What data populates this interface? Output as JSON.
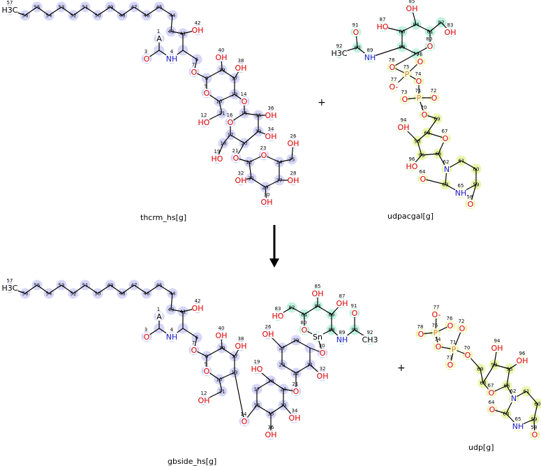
{
  "reaction": {
    "plus_sign": "+",
    "arrow": "reaction-arrow-down"
  },
  "colors": {
    "oxygen": "#e00000",
    "nitrogen": "#2020d0",
    "phosphorus": "#e08a00",
    "carbon": "#000000",
    "highlight_lipid": "#cfcff7",
    "highlight_sugar": "#b5f0da",
    "highlight_udp": "#e6f5a0"
  },
  "molecules": [
    {
      "label": "thcrm_hs[g]",
      "atoms": [
        {
          "n": "57",
          "el": "H3C"
        },
        {
          "n": "56",
          "el": ""
        },
        {
          "n": "55",
          "el": ""
        },
        {
          "n": "54",
          "el": ""
        },
        {
          "n": "53",
          "el": ""
        },
        {
          "n": "52",
          "el": ""
        },
        {
          "n": "51",
          "el": ""
        },
        {
          "n": "50",
          "el": ""
        },
        {
          "n": "49",
          "el": ""
        },
        {
          "n": "48",
          "el": ""
        },
        {
          "n": "47",
          "el": ""
        },
        {
          "n": "46",
          "el": ""
        },
        {
          "n": "45",
          "el": ""
        },
        {
          "n": "44",
          "el": ""
        },
        {
          "n": "43",
          "el": ""
        },
        {
          "n": "41",
          "el": ""
        },
        {
          "n": "42",
          "el": "OH"
        },
        {
          "n": "1",
          "el": "A"
        },
        {
          "n": "",
          "el": ""
        },
        {
          "n": "",
          "el": ""
        },
        {
          "n": "3",
          "el": "O"
        },
        {
          "n": "4",
          "el": "NH"
        },
        {
          "n": "6",
          "el": ""
        },
        {
          "n": "7",
          "el": "O"
        },
        {
          "n": "8",
          "el": ""
        },
        {
          "n": "39",
          "el": ""
        },
        {
          "n": "40",
          "el": "OH"
        },
        {
          "n": "37",
          "el": ""
        },
        {
          "n": "38",
          "el": "OH"
        },
        {
          "n": "13",
          "el": ""
        },
        {
          "n": "10",
          "el": ""
        },
        {
          "n": "9",
          "el": "O"
        },
        {
          "n": "11",
          "el": ""
        },
        {
          "n": "12",
          "el": "HO"
        },
        {
          "n": "14",
          "el": "O"
        },
        {
          "n": "15",
          "el": ""
        },
        {
          "n": "35",
          "el": ""
        },
        {
          "n": "36",
          "el": "OH"
        },
        {
          "n": "33",
          "el": ""
        },
        {
          "n": "34",
          "el": "OH"
        },
        {
          "n": "20",
          "el": ""
        },
        {
          "n": "17",
          "el": ""
        },
        {
          "n": "16",
          "el": "O"
        },
        {
          "n": "18",
          "el": ""
        },
        {
          "n": "19",
          "el": "HO"
        },
        {
          "n": "21",
          "el": "O"
        },
        {
          "n": "22",
          "el": ""
        },
        {
          "n": "23",
          "el": "O"
        },
        {
          "n": "24",
          "el": ""
        },
        {
          "n": "25",
          "el": ""
        },
        {
          "n": "26",
          "el": "OH"
        },
        {
          "n": "27",
          "el": ""
        },
        {
          "n": "28",
          "el": "OH"
        },
        {
          "n": "29",
          "el": ""
        },
        {
          "n": "30",
          "el": "OH"
        },
        {
          "n": "31",
          "el": ""
        },
        {
          "n": "32",
          "el": "OH"
        }
      ]
    },
    {
      "label": "udpacgal[g]",
      "atoms": [
        {
          "n": "85",
          "el": "OH"
        },
        {
          "n": "84",
          "el": ""
        },
        {
          "n": "86",
          "el": ""
        },
        {
          "n": "87",
          "el": "HO"
        },
        {
          "n": "88",
          "el": ""
        },
        {
          "n": "79",
          "el": ""
        },
        {
          "n": "80",
          "el": "O"
        },
        {
          "n": "81",
          "el": ""
        },
        {
          "n": "82",
          "el": ""
        },
        {
          "n": "83",
          "el": "OH"
        },
        {
          "n": "89",
          "el": "NH"
        },
        {
          "n": "90",
          "el": ""
        },
        {
          "n": "91",
          "el": "O"
        },
        {
          "n": "92",
          "el": "H3C"
        },
        {
          "n": "78",
          "el": "O"
        },
        {
          "n": "75",
          "el": "P"
        },
        {
          "n": "76",
          "el": "O"
        },
        {
          "n": "77",
          "el": "O-"
        },
        {
          "n": "74",
          "el": "O"
        },
        {
          "n": "71",
          "el": "P"
        },
        {
          "n": "73",
          "el": "O"
        },
        {
          "n": "72",
          "el": "O"
        },
        {
          "n": "70",
          "el": "O"
        },
        {
          "n": "69",
          "el": ""
        },
        {
          "n": "68",
          "el": ""
        },
        {
          "n": "67",
          "el": "O"
        },
        {
          "n": "66",
          "el": ""
        },
        {
          "n": "95",
          "el": ""
        },
        {
          "n": "93",
          "el": ""
        },
        {
          "n": "94",
          "el": "OH"
        },
        {
          "n": "96",
          "el": "HO"
        },
        {
          "n": "62",
          "el": "N"
        },
        {
          "n": "61",
          "el": ""
        },
        {
          "n": "60",
          "el": ""
        },
        {
          "n": "59",
          "el": ""
        },
        {
          "n": "65",
          "el": "NH"
        },
        {
          "n": "63",
          "el": ""
        },
        {
          "n": "64",
          "el": "O"
        },
        {
          "n": "58",
          "el": "O"
        }
      ]
    },
    {
      "label": "gbside_hs[g]",
      "atoms": [
        {
          "n": "57",
          "el": "H3C"
        },
        {
          "n": "56",
          "el": ""
        },
        {
          "n": "55",
          "el": ""
        },
        {
          "n": "54",
          "el": ""
        },
        {
          "n": "53",
          "el": ""
        },
        {
          "n": "52",
          "el": ""
        },
        {
          "n": "51",
          "el": ""
        },
        {
          "n": "50",
          "el": ""
        },
        {
          "n": "49",
          "el": ""
        },
        {
          "n": "48",
          "el": ""
        },
        {
          "n": "47",
          "el": ""
        },
        {
          "n": "46",
          "el": ""
        },
        {
          "n": "45",
          "el": ""
        },
        {
          "n": "44",
          "el": ""
        },
        {
          "n": "43",
          "el": ""
        },
        {
          "n": "41",
          "el": ""
        },
        {
          "n": "42",
          "el": "OH"
        },
        {
          "n": "1",
          "el": "A"
        },
        {
          "n": "",
          "el": ""
        },
        {
          "n": "",
          "el": ""
        },
        {
          "n": "3",
          "el": "O"
        },
        {
          "n": "4",
          "el": "NH"
        },
        {
          "n": "6",
          "el": ""
        },
        {
          "n": "7",
          "el": "O"
        },
        {
          "n": "8",
          "el": ""
        },
        {
          "n": "39",
          "el": ""
        },
        {
          "n": "40",
          "el": "OH"
        },
        {
          "n": "37",
          "el": ""
        },
        {
          "n": "38",
          "el": "OH"
        },
        {
          "n": "13",
          "el": ""
        },
        {
          "n": "10",
          "el": ""
        },
        {
          "n": "9",
          "el": "O"
        },
        {
          "n": "11",
          "el": ""
        },
        {
          "n": "12",
          "el": "OH"
        },
        {
          "n": "14",
          "el": "O"
        },
        {
          "n": "15",
          "el": ""
        },
        {
          "n": "17",
          "el": ""
        },
        {
          "n": "18",
          "el": ""
        },
        {
          "n": "19",
          "el": "HO"
        },
        {
          "n": "20",
          "el": ""
        },
        {
          "n": "33",
          "el": ""
        },
        {
          "n": "34",
          "el": "OH"
        },
        {
          "n": "35",
          "el": ""
        },
        {
          "n": "36",
          "el": "OH"
        },
        {
          "n": "21",
          "el": "O"
        },
        {
          "n": "22",
          "el": ""
        },
        {
          "n": "23",
          "el": ""
        },
        {
          "n": "27",
          "el": ""
        },
        {
          "n": "29",
          "el": ""
        },
        {
          "n": "",
          "el": ""
        },
        {
          "n": "31",
          "el": ""
        },
        {
          "n": "26",
          "el": "OH"
        },
        {
          "n": "30",
          "el": "O"
        },
        {
          "n": "32",
          "el": "OH"
        },
        {
          "n": "81",
          "el": ""
        },
        {
          "n": "84",
          "el": ""
        },
        {
          "n": "86",
          "el": ""
        },
        {
          "n": "88",
          "el": ""
        },
        {
          "n": "",
          "el": "Sn"
        },
        {
          "n": "80",
          "el": "O"
        },
        {
          "n": "85",
          "el": "OH"
        },
        {
          "n": "82",
          "el": ""
        },
        {
          "n": "83",
          "el": "HO"
        },
        {
          "n": "87",
          "el": "OH"
        },
        {
          "n": "89",
          "el": "NH"
        },
        {
          "n": "90",
          "el": ""
        },
        {
          "n": "91",
          "el": "O"
        },
        {
          "n": "92",
          "el": "CH3"
        }
      ]
    },
    {
      "label": "udp[g]",
      "atoms": [
        {
          "n": "77",
          "el": "O-"
        },
        {
          "n": "75",
          "el": "P"
        },
        {
          "n": "78",
          "el": "O"
        },
        {
          "n": "76",
          "el": "O"
        },
        {
          "n": "74",
          "el": "O"
        },
        {
          "n": "71",
          "el": "P"
        },
        {
          "n": "72",
          "el": "O"
        },
        {
          "n": "73",
          "el": "O"
        },
        {
          "n": "70",
          "el": "O"
        },
        {
          "n": "69",
          "el": ""
        },
        {
          "n": "68",
          "el": ""
        },
        {
          "n": "93",
          "el": ""
        },
        {
          "n": "95",
          "el": ""
        },
        {
          "n": "66",
          "el": ""
        },
        {
          "n": "67",
          "el": "O"
        },
        {
          "n": "94",
          "el": "OH"
        },
        {
          "n": "96",
          "el": "OH"
        },
        {
          "n": "62",
          "el": "N"
        },
        {
          "n": "61",
          "el": ""
        },
        {
          "n": "60",
          "el": ""
        },
        {
          "n": "59",
          "el": ""
        },
        {
          "n": "65",
          "el": "NH"
        },
        {
          "n": "63",
          "el": ""
        },
        {
          "n": "64",
          "el": "O"
        },
        {
          "n": "58",
          "el": "O"
        }
      ]
    }
  ]
}
